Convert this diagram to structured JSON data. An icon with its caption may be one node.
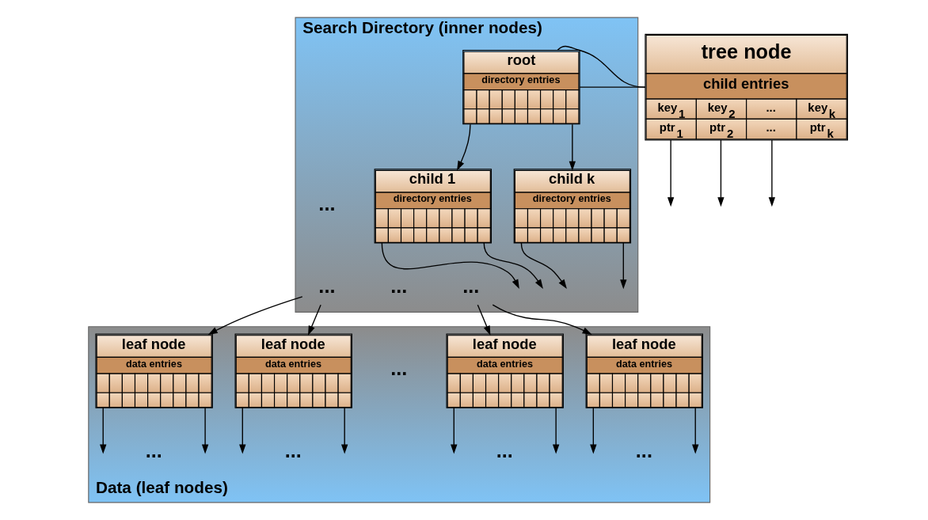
{
  "diagram": {
    "nodes": [
      {
        "text": [
          "Search Directory (inner nodes)"
        ]
      },
      {
        "text": [
          "root",
          "directory entries"
        ],
        "in": 0
      },
      {
        "text": [
          "child 1",
          "directory entries"
        ],
        "in": 0
      },
      {
        "text": [
          "child k",
          "directory entries"
        ],
        "in": 0
      },
      {
        "text": [
          "..."
        ],
        "in": 0
      },
      {
        "text": [
          "..."
        ],
        "in": 0
      },
      {
        "text": [
          "Data (leaf nodes)"
        ]
      },
      {
        "text": [
          "leaf node",
          "data entries"
        ],
        "in": 6
      },
      {
        "text": [
          "leaf node",
          "data entries"
        ],
        "in": 6
      },
      {
        "text": [
          "leaf node",
          "data entries"
        ],
        "in": 6
      },
      {
        "text": [
          "leaf node",
          "data entries"
        ],
        "in": 6
      },
      {
        "text": [
          "tree node",
          "child entries",
          "key$_{1}$",
          "key$_{2}$",
          "...",
          "key$_{k}$",
          "ptr$_{1}$",
          "ptr$_{2}$",
          "...",
          "ptr$_{k}$"
        ]
      }
    ],
    "edges": [
      {
        "from": 1,
        "to": 2,
        "arrow": "to"
      },
      {
        "from": 1,
        "to": 3,
        "arrow": "to"
      },
      {
        "from": 2,
        "to": null,
        "arrow": "to"
      },
      {
        "from": 2,
        "to": null,
        "arrow": "to"
      },
      {
        "from": 3,
        "to": null,
        "arrow": "to"
      },
      {
        "from": 3,
        "to": null,
        "arrow": "to"
      },
      {
        "from": 4,
        "to": 7,
        "arrow": "to"
      },
      {
        "from": 4,
        "to": 8,
        "arrow": "to"
      },
      {
        "from": 5,
        "to": 9,
        "arrow": "to"
      },
      {
        "from": 5,
        "to": 10,
        "arrow": "to"
      },
      {
        "from": 7,
        "to": null,
        "arrow": "to"
      },
      {
        "from": 7,
        "to": null,
        "arrow": "to"
      },
      {
        "from": 8,
        "to": null,
        "arrow": "to"
      },
      {
        "from": 8,
        "to": null,
        "arrow": "to"
      },
      {
        "from": 9,
        "to": null,
        "arrow": "to"
      },
      {
        "from": 9,
        "to": null,
        "arrow": "to"
      },
      {
        "from": 10,
        "to": null,
        "arrow": "to"
      },
      {
        "from": 10,
        "to": null,
        "arrow": "to"
      },
      {
        "from": 1,
        "to": 11,
        "arrow": "none"
      },
      {
        "from": 1,
        "to": 11,
        "arrow": "none"
      },
      {
        "from": 11,
        "to": null,
        "arrow": "to"
      },
      {
        "from": 11,
        "to": null,
        "arrow": "to"
      },
      {
        "from": 11,
        "to": null,
        "arrow": "to"
      }
    ],
    "labels": [
      "...",
      "...",
      "...",
      "...",
      "...",
      "...",
      "..."
    ]
  }
}
